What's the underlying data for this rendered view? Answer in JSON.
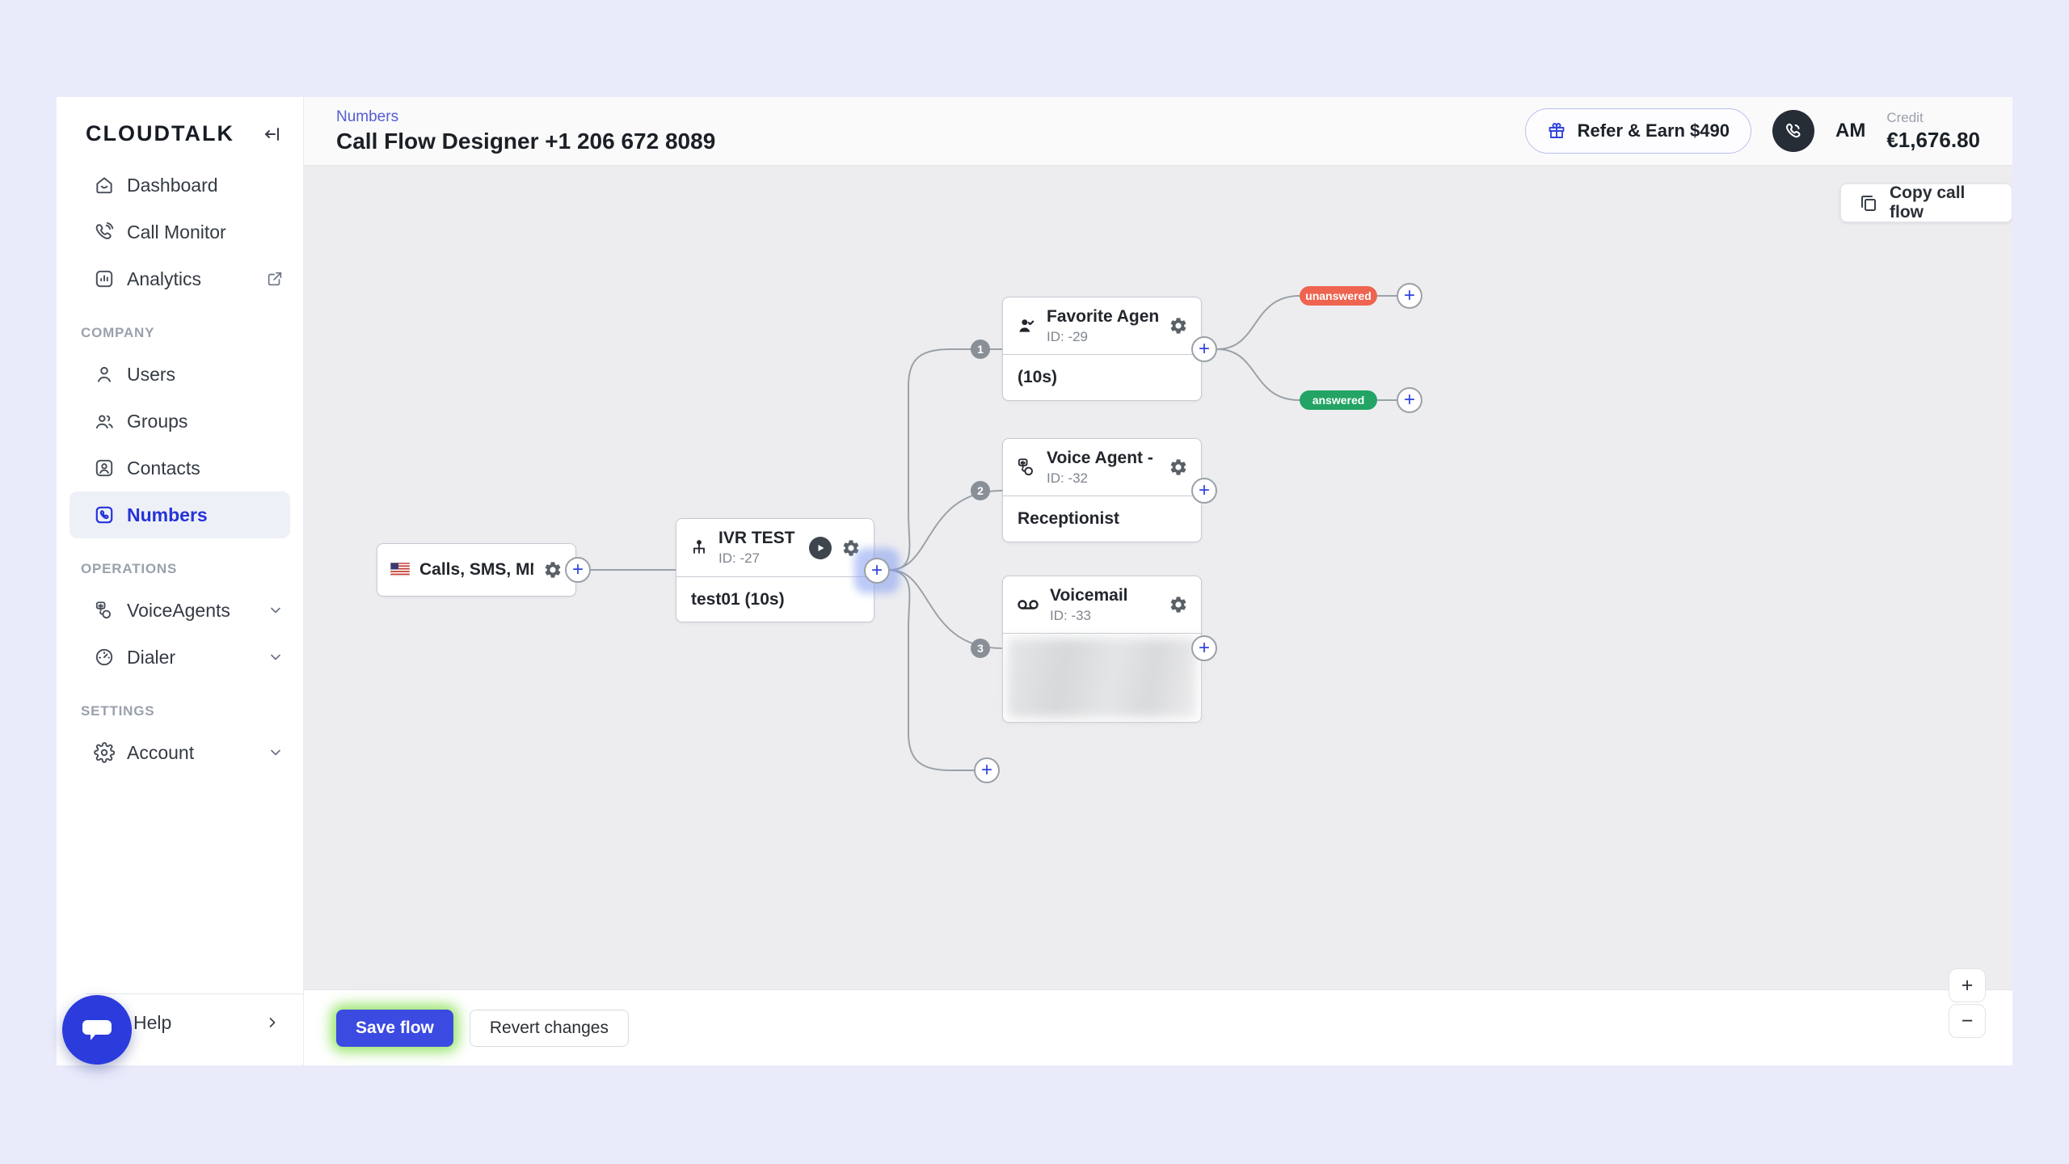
{
  "colors": {
    "accent": "#3243dc",
    "badge_red": "#ee6450",
    "badge_green": "#23a464"
  },
  "sidebar": {
    "logo": "CLOUDTALK",
    "nav": [
      {
        "label": "Dashboard"
      },
      {
        "label": "Call Monitor"
      },
      {
        "label": "Analytics"
      }
    ],
    "company_title": "COMPANY",
    "company": [
      {
        "label": "Users"
      },
      {
        "label": "Groups"
      },
      {
        "label": "Contacts"
      },
      {
        "label": "Numbers"
      }
    ],
    "operations_title": "OPERATIONS",
    "operations": [
      {
        "label": "VoiceAgents"
      },
      {
        "label": "Dialer"
      }
    ],
    "settings_title": "SETTINGS",
    "settings": [
      {
        "label": "Account"
      }
    ],
    "help": "Help"
  },
  "header": {
    "breadcrumb": "Numbers",
    "title": "Call Flow Designer +1 206 672 8089",
    "refer_button": "Refer & Earn $490",
    "user_initials": "AM",
    "credit_label": "Credit",
    "credit_value": "€1,676.80"
  },
  "canvas": {
    "copy_button": "Copy call flow",
    "entry": {
      "title": "Calls, SMS, MMS"
    },
    "ivr": {
      "title": "IVR TEST - FAQs",
      "id": "ID: -27",
      "body": "test01 (10s)"
    },
    "branches": [
      {
        "number": "1",
        "title": "Favorite Agent - Joh",
        "id": "ID: -29",
        "body": "(10s)"
      },
      {
        "number": "2",
        "title": "Voice Agent - Recept",
        "id": "ID: -32",
        "body": "Receptionist"
      },
      {
        "number": "3",
        "title": "Voicemail",
        "id": "ID: -33",
        "body": ""
      }
    ],
    "badges": {
      "unanswered": "unanswered",
      "answered": "answered"
    },
    "plus_glyph": "+"
  },
  "footer": {
    "save": "Save flow",
    "revert": "Revert changes"
  },
  "zoom": {
    "in": "+",
    "out": "−"
  }
}
